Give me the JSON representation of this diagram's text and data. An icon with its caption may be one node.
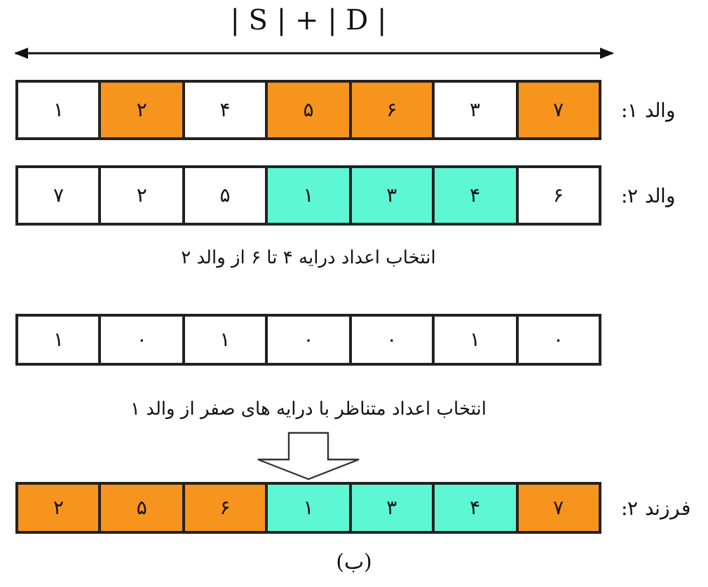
{
  "diagram": {
    "caption": "(ب)",
    "nodes": [
      {
        "text": [],
        "shape": "bar",
        "beside": [
          "والد ۱:"
        ]
      },
      {
        "text": [
          "۱"
        ],
        "in": 0
      },
      {
        "text": [
          "۲"
        ],
        "in": 0
      },
      {
        "text": [
          "۴"
        ],
        "in": 0
      },
      {
        "text": [
          "۵"
        ],
        "in": 0
      },
      {
        "text": [
          "۶"
        ],
        "in": 0
      },
      {
        "text": [
          "۳"
        ],
        "in": 0
      },
      {
        "text": [
          "۷"
        ],
        "in": 0
      },
      {
        "text": [],
        "shape": "bar",
        "beside": [
          "والد ۲:"
        ]
      },
      {
        "text": [
          "۷"
        ],
        "in": 8
      },
      {
        "text": [
          "۲"
        ],
        "in": 8
      },
      {
        "text": [
          "۵"
        ],
        "in": 8
      },
      {
        "text": [
          "۱"
        ],
        "in": 8
      },
      {
        "text": [
          "۳"
        ],
        "in": 8
      },
      {
        "text": [
          "۴"
        ],
        "in": 8
      },
      {
        "text": [
          "۶"
        ],
        "in": 8
      },
      {
        "text": [],
        "shape": "bar"
      },
      {
        "text": [
          "۱"
        ],
        "in": 16
      },
      {
        "text": [
          "۰"
        ],
        "in": 16
      },
      {
        "text": [
          "۱"
        ],
        "in": 16
      },
      {
        "text": [
          "۰"
        ],
        "in": 16
      },
      {
        "text": [
          "۰"
        ],
        "in": 16
      },
      {
        "text": [
          "۱"
        ],
        "in": 16
      },
      {
        "text": [
          "۰"
        ],
        "in": 16
      },
      {
        "text": [
          "انتخاب اعداد متناظر با درایه های صفر از والد ۱"
        ]
      },
      {
        "text": [],
        "shape": "bar",
        "beside": [
          "فرزند ۲:"
        ]
      },
      {
        "text": [
          "۲"
        ],
        "in": 25
      },
      {
        "text": [
          "۵"
        ],
        "in": 25
      },
      {
        "text": [
          "۶"
        ],
        "in": 25
      },
      {
        "text": [
          "۱"
        ],
        "in": 25
      },
      {
        "text": [
          "۳"
        ],
        "in": 25
      },
      {
        "text": [
          "۴"
        ],
        "in": 25
      },
      {
        "text": [
          "۷"
        ],
        "in": 25
      }
    ],
    "edges": [
      {
        "from": 24,
        "to": 25,
        "arrow": "to"
      }
    ],
    "labels": [
      "| S | + | D |",
      "انتخاب اعداد درایه ۴ تا ۶ از والد ۲"
    ]
  }
}
